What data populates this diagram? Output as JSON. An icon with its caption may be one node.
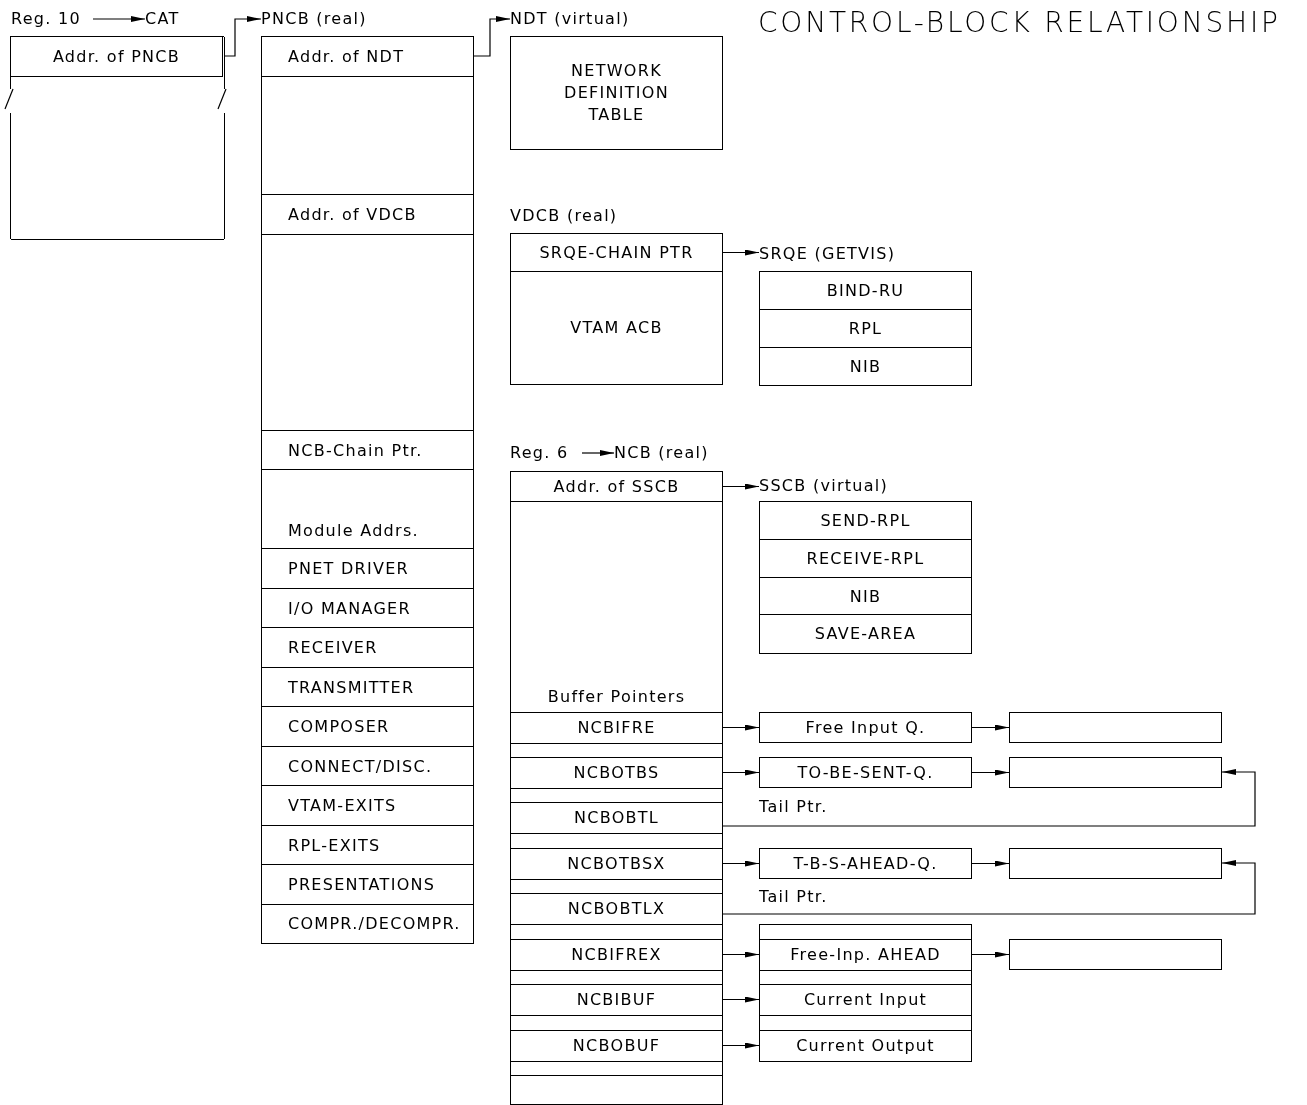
{
  "diagram": {
    "title": "CONTROL-BLOCK RELATIONSHIP",
    "nodes": [
      {
        "text": [
          "Reg. 10"
        ]
      },
      {
        "text": [
          "CAT"
        ]
      },
      {
        "text": [],
        "shape": "box"
      },
      {
        "text": [
          "Addr. of PNCB"
        ],
        "in": 2
      },
      {
        "text": [
          "PNCB (real)"
        ]
      },
      {
        "text": [],
        "shape": "box"
      },
      {
        "text": [
          "Addr. of NDT"
        ],
        "in": 5
      },
      {
        "text": [
          "Addr. of VDCB"
        ],
        "in": 5
      },
      {
        "text": [
          "NCB-Chain Ptr."
        ],
        "in": 5
      },
      {
        "text": [
          "Module Addrs."
        ],
        "in": 5
      },
      {
        "text": [
          "PNET DRIVER"
        ],
        "in": 5
      },
      {
        "text": [
          "I/O MANAGER"
        ],
        "in": 5
      },
      {
        "text": [
          "RECEIVER"
        ],
        "in": 5
      },
      {
        "text": [
          "TRANSMITTER"
        ],
        "in": 5
      },
      {
        "text": [
          "COMPOSER"
        ],
        "in": 5
      },
      {
        "text": [
          "CONNECT/DISC."
        ],
        "in": 5
      },
      {
        "text": [
          "VTAM-EXITS"
        ],
        "in": 5
      },
      {
        "text": [
          "RPL-EXITS"
        ],
        "in": 5
      },
      {
        "text": [
          "PRESENTATIONS"
        ],
        "in": 5
      },
      {
        "text": [
          "COMPR./DECOMPR."
        ],
        "in": 5
      },
      {
        "text": [
          "NDT (virtual)"
        ]
      },
      {
        "text": [
          "NETWORK DEFINITION TABLE"
        ]
      },
      {
        "text": [
          "VDCB (real)"
        ]
      },
      {
        "text": [],
        "shape": "box"
      },
      {
        "text": [
          "SRQE-CHAIN PTR"
        ],
        "in": 23
      },
      {
        "text": [
          "VTAM ACB"
        ],
        "in": 23
      },
      {
        "text": [
          "SRQE (GETVIS)"
        ]
      },
      {
        "text": [],
        "shape": "box"
      },
      {
        "text": [
          "BIND-RU"
        ],
        "in": 27
      },
      {
        "text": [
          "RPL"
        ],
        "in": 27
      },
      {
        "text": [
          "NIB"
        ],
        "in": 27
      },
      {
        "text": [
          "Reg. 6"
        ]
      },
      {
        "text": [
          "NCB (real)"
        ]
      },
      {
        "text": [],
        "shape": "box"
      },
      {
        "text": [
          "Addr. of SSCB"
        ],
        "in": 33
      },
      {
        "text": [
          "Buffer Pointers"
        ],
        "in": 33
      },
      {
        "text": [
          "NCBIFRE"
        ],
        "in": 33
      },
      {
        "text": [
          "NCBOTBS"
        ],
        "in": 33
      },
      {
        "text": [
          "NCBOBTL"
        ],
        "in": 33
      },
      {
        "text": [
          "NCBOTBSX"
        ],
        "in": 33
      },
      {
        "text": [
          "NCBOBTLX"
        ],
        "in": 33
      },
      {
        "text": [
          "NCBIFREX"
        ],
        "in": 33
      },
      {
        "text": [
          "NCBIBUF"
        ],
        "in": 33
      },
      {
        "text": [
          "NCBOBUF"
        ],
        "in": 33
      },
      {
        "text": [
          "SSCB (virtual)"
        ]
      },
      {
        "text": [],
        "shape": "box"
      },
      {
        "text": [
          "SEND-RPL"
        ],
        "in": 45
      },
      {
        "text": [
          "RECEIVE-RPL"
        ],
        "in": 45
      },
      {
        "text": [
          "NIB"
        ],
        "in": 45
      },
      {
        "text": [
          "SAVE-AREA"
        ],
        "in": 45
      },
      {
        "text": [
          "Free Input Q."
        ]
      },
      {
        "text": [],
        "shape": "box"
      },
      {
        "text": [
          "TO-BE-SENT-Q."
        ]
      },
      {
        "text": [],
        "shape": "box"
      },
      {
        "text": [
          "T-B-S-AHEAD-Q."
        ]
      },
      {
        "text": [],
        "shape": "box"
      },
      {
        "text": [],
        "shape": "box"
      },
      {
        "text": [
          "Free-Inp. AHEAD"
        ],
        "in": 56
      },
      {
        "text": [
          "Current Input"
        ],
        "in": 56
      },
      {
        "text": [
          "Current Output"
        ],
        "in": 56
      },
      {
        "text": [],
        "shape": "box"
      }
    ],
    "edges": [
      {
        "from": 0,
        "to": 1,
        "arrow": "to"
      },
      {
        "from": 3,
        "to": 4,
        "arrow": "to"
      },
      {
        "from": 6,
        "to": 20,
        "arrow": "to"
      },
      {
        "from": 24,
        "to": 26,
        "arrow": "to"
      },
      {
        "from": 31,
        "to": 32,
        "arrow": "to"
      },
      {
        "from": 34,
        "to": 44,
        "arrow": "to"
      },
      {
        "from": 36,
        "to": 50,
        "arrow": "to"
      },
      {
        "from": 50,
        "to": 51,
        "arrow": "to"
      },
      {
        "from": 37,
        "to": 52,
        "arrow": "to"
      },
      {
        "from": 52,
        "to": 53,
        "arrow": "to"
      },
      {
        "from": 38,
        "to": 53,
        "arrow": "to",
        "label": "Tail Ptr."
      },
      {
        "from": 39,
        "to": 54,
        "arrow": "to"
      },
      {
        "from": 54,
        "to": 55,
        "arrow": "to"
      },
      {
        "from": 40,
        "to": 55,
        "arrow": "to",
        "label": "Tail Ptr."
      },
      {
        "from": 41,
        "to": 57,
        "arrow": "to"
      },
      {
        "from": 57,
        "to": 60,
        "arrow": "to"
      },
      {
        "from": 42,
        "to": 58,
        "arrow": "to"
      },
      {
        "from": 43,
        "to": 59,
        "arrow": "to"
      }
    ]
  }
}
